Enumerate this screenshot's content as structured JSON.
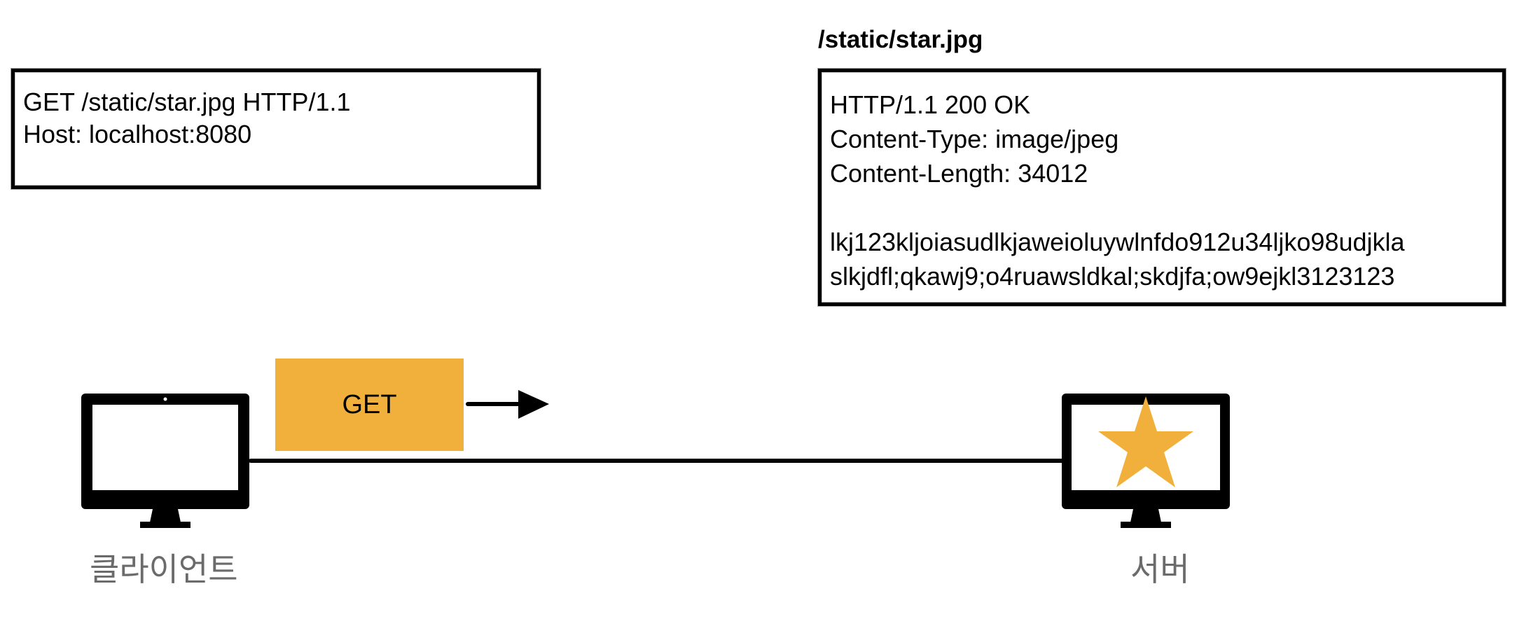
{
  "request": {
    "lines": [
      "GET /static/star.jpg HTTP/1.1",
      "Host: localhost:8080"
    ]
  },
  "response": {
    "path_label": "/static/star.jpg",
    "lines": [
      "HTTP/1.1 200 OK",
      "Content-Type: image/jpeg",
      "Content-Length: 34012",
      "",
      "lkj123kljoiasudlkjaweioluywlnfdo912u34ljko98udjkla",
      "slkjdfl;qkawj9;o4ruawsldkal;skdjfa;ow9ejkl3123123"
    ]
  },
  "method_chip": {
    "label": "GET",
    "color": "#f1b03c"
  },
  "client": {
    "caption": "클라이언트"
  },
  "server": {
    "caption": "서버",
    "star_color": "#f1b03c"
  },
  "icons": [
    "monitor-icon",
    "star-icon",
    "arrow-right-icon"
  ]
}
